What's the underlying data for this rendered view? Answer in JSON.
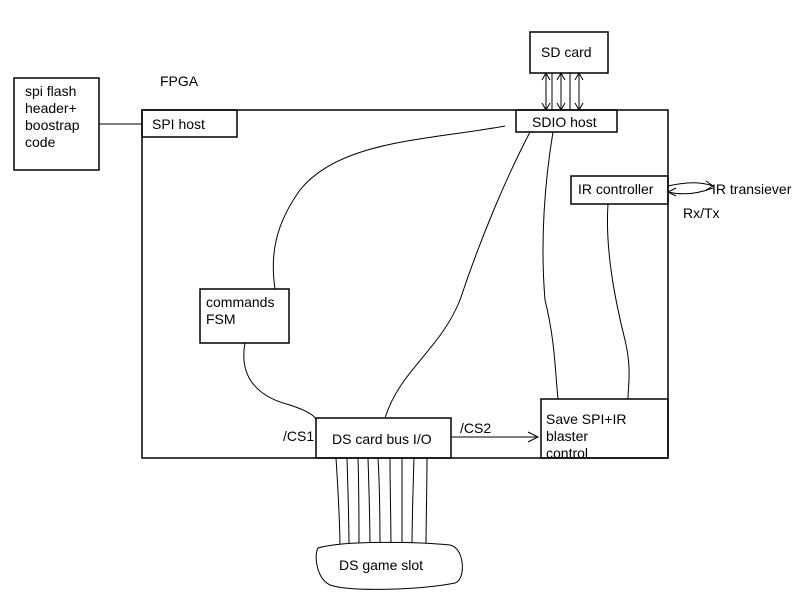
{
  "diagram": {
    "fpga_label": "FPGA",
    "spi_flash": {
      "lines": [
        "spi flash",
        "header+",
        "boostrap",
        "code"
      ]
    },
    "sd_card": "SD card",
    "spi_host": "SPI host",
    "sdio_host": "SDIO host",
    "ir_controller": "IR controller",
    "ir_transciever": "IR transiever",
    "rx_tx": "Rx/Tx",
    "commands_fsm": {
      "lines": [
        "commands",
        "FSM"
      ]
    },
    "ds_card_bus": "DS card bus I/O",
    "cs1": "/CS1",
    "cs2": "/CS2",
    "save_control": {
      "lines": [
        "Save SPI+IR blaster",
        "control"
      ]
    },
    "ds_game_slot": "DS game slot"
  }
}
